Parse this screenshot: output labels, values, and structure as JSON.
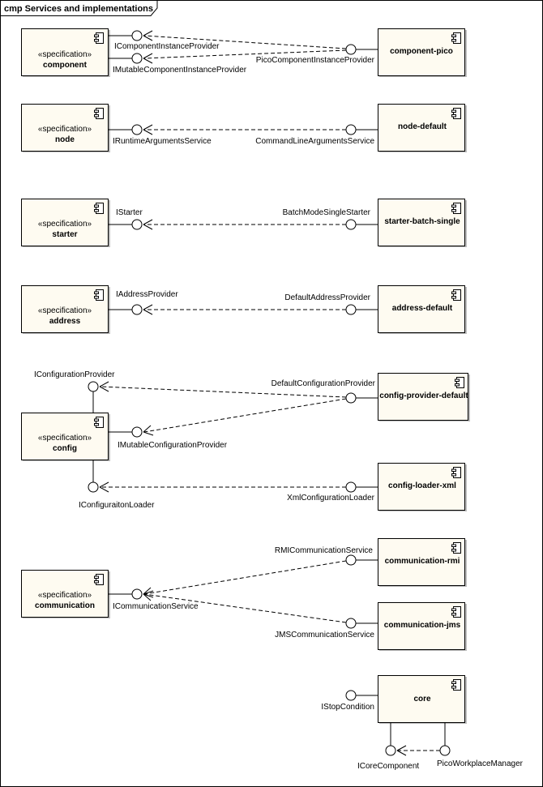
{
  "frame": {
    "title": "cmp Services and implementations"
  },
  "components": {
    "spec_component": {
      "stereotype": "«specification»",
      "name": "component"
    },
    "spec_node": {
      "stereotype": "«specification»",
      "name": "node"
    },
    "spec_starter": {
      "stereotype": "«specification»",
      "name": "starter"
    },
    "spec_address": {
      "stereotype": "«specification»",
      "name": "address"
    },
    "spec_config": {
      "stereotype": "«specification»",
      "name": "config"
    },
    "spec_communication": {
      "stereotype": "«specification»",
      "name": "communication"
    },
    "component_pico": {
      "name": "component-pico"
    },
    "node_default": {
      "name": "node-default"
    },
    "starter_batch_single": {
      "name": "starter-batch-single"
    },
    "address_default": {
      "name": "address-default"
    },
    "config_provider_default": {
      "name": "config-provider-default"
    },
    "config_loader_xml": {
      "name": "config-loader-xml"
    },
    "communication_rmi": {
      "name": "communication-rmi"
    },
    "communication_jms": {
      "name": "communication-jms"
    },
    "core": {
      "name": "core"
    }
  },
  "interfaces": {
    "icomponent_instance_provider": "IComponentInstanceProvider",
    "imutable_component_instance_provider": "IMutableComponentInstanceProvider",
    "pico_component_instance_provider": "PicoComponentInstanceProvider",
    "iruntime_arguments_service": "IRuntimeArgumentsService",
    "command_line_arguments_service": "CommandLineArgumentsService",
    "istarter": "IStarter",
    "batch_mode_single_starter": "BatchModeSingleStarter",
    "iaddress_provider": "IAddressProvider",
    "default_address_provider": "DefaultAddressProvider",
    "iconfiguration_provider": "IConfigurationProvider",
    "default_configuration_provider": "DefaultConfigurationProvider",
    "imutable_configuration_provider": "IMutableConfigurationProvider",
    "iconfiguraiton_loader": "IConfiguraitonLoader",
    "xml_configuration_loader": "XmlConfigurationLoader",
    "rmi_communication_service": "RMICommunicationService",
    "icommunication_service": "ICommunicationService",
    "jms_communication_service": "JMSCommunicationService",
    "istop_condition": "IStopCondition",
    "icore_component": "ICoreComponent",
    "pico_workplace_manager": "PicoWorkplaceManager"
  }
}
